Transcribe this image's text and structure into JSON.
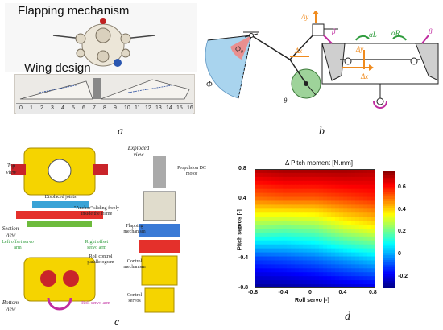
{
  "panel_a": {
    "title_mechanism": "Flapping mechanism",
    "title_wing": "Wing design",
    "letter": "a",
    "ruler_numbers": [
      "0",
      "1",
      "2",
      "3",
      "4",
      "5",
      "6",
      "7",
      "8",
      "9",
      "10",
      "11",
      "12",
      "13",
      "14",
      "15",
      "16"
    ]
  },
  "panel_b": {
    "letter": "b",
    "symbols": {
      "phi": "Φ",
      "phi0": "Φ₀",
      "theta": "θ",
      "delta_y": "Δy",
      "delta_x": "Δx",
      "beta": "β",
      "alpha_l": "αL",
      "alpha_r": "αR"
    }
  },
  "panel_c": {
    "letter": "c",
    "top_view": "Top view",
    "section_view": "Section view",
    "bottom_view": "Bottom view",
    "displaced_joints": "Displaced joints",
    "anchor_text": "\"Anchor\" sliding freely inside the frame",
    "left_offset": "Left offset servo arm",
    "right_offset": "Right offset servo arm",
    "roll_parallelogram": "Roll control parallelogram",
    "roll_servo_arm": "Roll servo arm",
    "exploded_view": "Exploded view",
    "propulsion": "Propulsion DC motor",
    "flapping_mechanism": "Flapping mechanism",
    "control_mechanism": "Control mechanism",
    "control_servos": "Control servos"
  },
  "panel_d": {
    "letter": "d",
    "chart_data": {
      "type": "heatmap",
      "title": "Δ Pitch moment [N.mm]",
      "xlabel": "Roll servo [-]",
      "ylabel": "Pitch servos [-]",
      "x_ticks": [
        "-0.8",
        "-0.4",
        "0",
        "0.4",
        "0.8"
      ],
      "y_ticks": [
        "0.8",
        "0.4",
        "0",
        "-0.4",
        "-0.8"
      ],
      "xlim": [
        -0.8,
        0.8
      ],
      "ylim": [
        -0.8,
        0.8
      ],
      "colorbar_ticks": [
        "0.6",
        "0.4",
        "0.2",
        "0",
        "-0.2"
      ],
      "colorbar_range": [
        -0.3,
        0.75
      ],
      "x": [
        -0.8,
        -0.4,
        0,
        0.4,
        0.8
      ],
      "y": [
        0.8,
        0.4,
        0,
        -0.4,
        -0.8
      ],
      "z": [
        [
          0.7,
          0.72,
          0.72,
          0.72,
          0.7
        ],
        [
          0.5,
          0.52,
          0.52,
          0.55,
          0.58
        ],
        [
          0.22,
          0.2,
          0.22,
          0.3,
          0.35
        ],
        [
          -0.1,
          -0.08,
          -0.05,
          0.0,
          0.05
        ],
        [
          -0.28,
          -0.27,
          -0.25,
          -0.22,
          -0.2
        ]
      ]
    }
  }
}
